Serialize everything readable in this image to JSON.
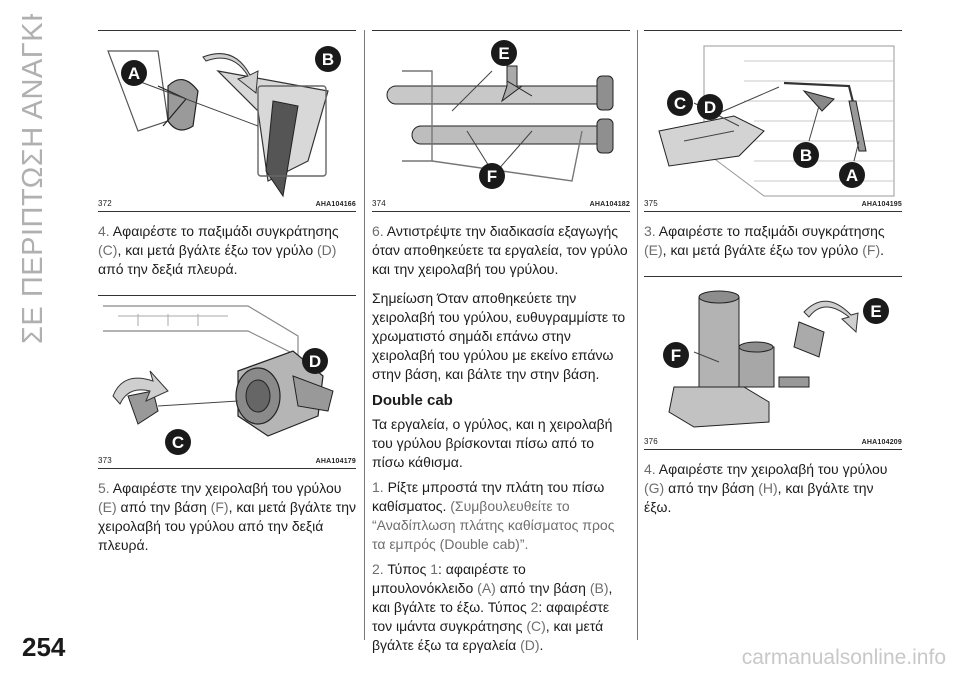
{
  "side_title": "ΣΕ ΠΕΡΙΠΤΩΣΗ ΑΝΑΓΚΗΣ",
  "page_number": "254",
  "watermark": "carmanualsonline.info",
  "figures": {
    "f372": {
      "num": "372",
      "code": "AHA104166",
      "labels": [
        "A",
        "B"
      ]
    },
    "f373": {
      "num": "373",
      "code": "AHA104179",
      "labels": [
        "D",
        "C"
      ]
    },
    "f374": {
      "num": "374",
      "code": "AHA104182",
      "labels": [
        "E",
        "F"
      ]
    },
    "f375": {
      "num": "375",
      "code": "AHA104195",
      "labels": [
        "C",
        "D",
        "B",
        "A"
      ]
    },
    "f376": {
      "num": "376",
      "code": "AHA104209",
      "labels": [
        "F",
        "E"
      ]
    }
  },
  "col1": {
    "p1": {
      "num": "4.",
      "t1": " Αφαιρέστε το παξιμάδι συγκράτησης ",
      "g1": "(C)",
      "t2": ", και μετά βγάλτε έξω τον γρύλο ",
      "g2": "(D)",
      "t3": " από την δεξιά πλευρά."
    },
    "p2": {
      "num": "5.",
      "t1": " Αφαιρέστε την χειρολαβή του γρύλου ",
      "g1": "(E)",
      "t2": " από την βάση ",
      "g2": "(F)",
      "t3": ", και μετά βγάλτε την χειρολαβή του γρύλου από την δεξιά πλευρά."
    }
  },
  "col2": {
    "p1": {
      "num": "6.",
      "t1": " Αντιστρέψτε την διαδικασία εξαγωγής όταν αποθηκεύετε τα εργαλεία, τον γρύλο και την χειρολαβή του γρύλου."
    },
    "p2": "Σημείωση  Όταν αποθηκεύετε την χειρολαβή του γρύλου, ευθυγραμμίστε το χρωματιστό σημάδι επάνω στην χειρολαβή του γρύλου με εκείνο επάνω στην βάση, και βάλτε την στην βάση.",
    "heading": "Double cab",
    "p3": "Τα εργαλεία, ο γρύλος, και η χειρολαβή του γρύλου βρίσκονται πίσω από το πίσω κάθισμα.",
    "p4": {
      "num": "1.",
      "t1": " Ρίξτε μπροστά την πλάτη του πίσω καθίσματος. ",
      "g1": "(Συμβουλευθείτε το “Αναδίπλωση πλάτης καθίσματος προς τα εμπρός ",
      "g1b": "(Double cab)”.",
      "t2": ""
    },
    "p5": {
      "num": "2.",
      "t1": " Τύπος ",
      "g1": "1",
      "t2": ": αφαιρέστε το μπουλονόκλειδο ",
      "g2": "(A)",
      "t3": " από την βάση ",
      "g3": "(B)",
      "t4": ", και βγάλτε το έξω. Τύπος ",
      "g4": "2",
      "t5": ": αφαιρέστε τον ιμάντα συγκράτησης ",
      "g5": "(C)",
      "t6": ", και μετά βγάλτε έξω τα εργαλεία ",
      "g6": "(D)",
      "t7": "."
    }
  },
  "col3": {
    "p1": {
      "num": "3.",
      "t1": " Αφαιρέστε το παξιμάδι συγκράτησης ",
      "g1": "(E)",
      "t2": ", και μετά βγάλτε έξω τον γρύλο ",
      "g2": "(F)",
      "t3": "."
    },
    "p2": {
      "num": "4.",
      "t1": " Αφαιρέστε την χειρολαβή του γρύλου ",
      "g1": "(G)",
      "t2": " από την βάση ",
      "g2": "(H)",
      "t3": ", και βγάλτε την έξω."
    }
  }
}
